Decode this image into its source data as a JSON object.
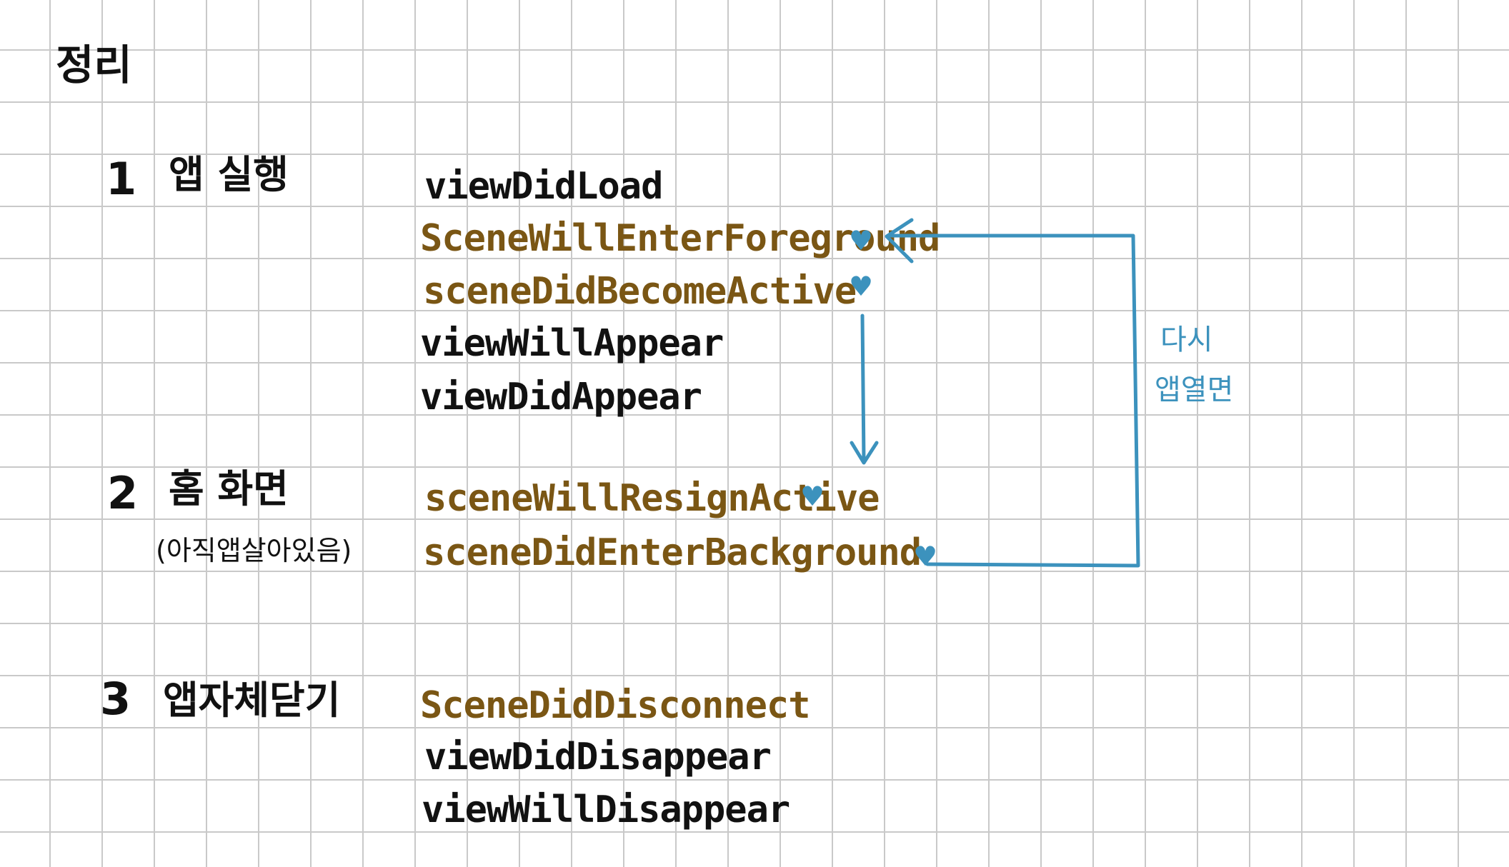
{
  "title": "정리",
  "sections": [
    {
      "number": "1",
      "heading": "앱 실행",
      "events": [
        {
          "label": "viewDidLoad",
          "highlight": false
        },
        {
          "label": "SceneWillEnterForeground",
          "highlight": true
        },
        {
          "label": "sceneDidBecomeActive",
          "highlight": true
        },
        {
          "label": "viewWillAppear",
          "highlight": false
        },
        {
          "label": "viewDidAppear",
          "highlight": false
        }
      ]
    },
    {
      "number": "2",
      "heading": "홈 화면",
      "subheading": "(아직앱살아있음)",
      "events": [
        {
          "label": "sceneWillResignActive",
          "highlight": true
        },
        {
          "label": "sceneDidEnterBackground",
          "highlight": true
        }
      ]
    },
    {
      "number": "3",
      "heading": "앱자체닫기",
      "events": [
        {
          "label": "SceneDidDisconnect",
          "highlight": true
        },
        {
          "label": "viewDidDisappear",
          "highlight": false
        },
        {
          "label": "viewWillDisappear",
          "highlight": false
        }
      ]
    }
  ],
  "loop_note": {
    "line1": "다시",
    "line2": "앱열면"
  },
  "colors": {
    "ink": "#111111",
    "highlight_ink": "#7a5614",
    "annotation": "#3c92bd",
    "grid": "#c9c9c9",
    "paper": "#ffffff"
  },
  "icons": {
    "marker": "heart-icon"
  }
}
